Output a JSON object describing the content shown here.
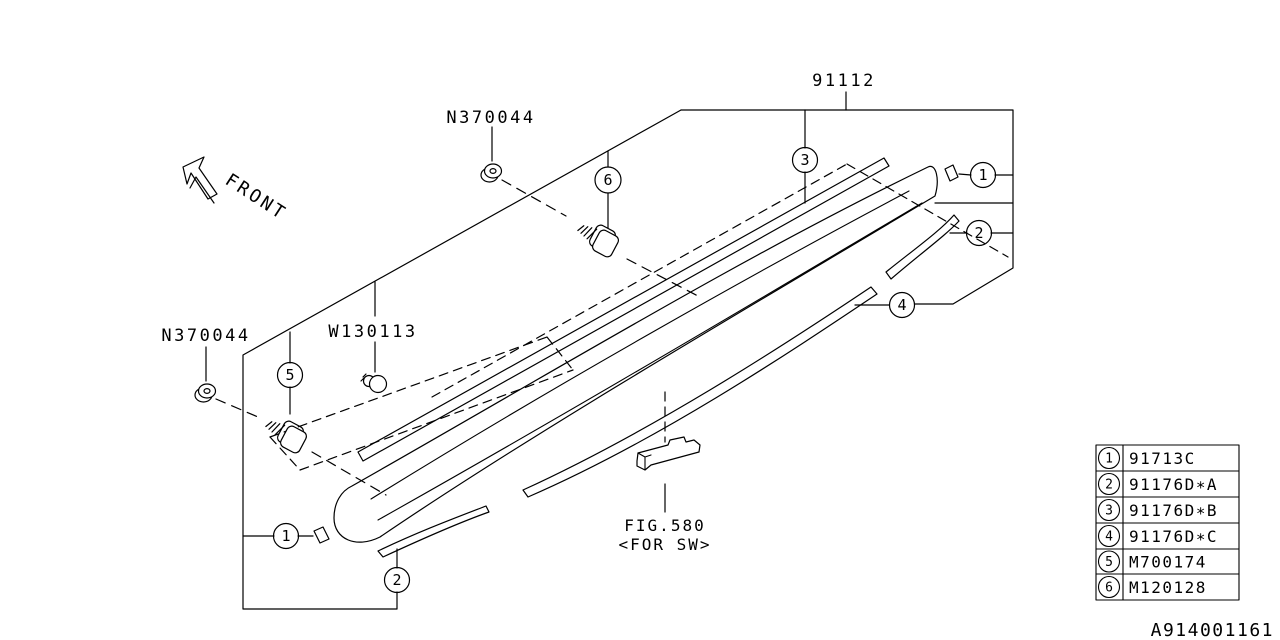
{
  "title_part_number": "91112",
  "labels": {
    "front": "FRONT",
    "nut_top": "N370044",
    "nut_left": "N370044",
    "clip": "W130113",
    "fig_ref": "FIG.580",
    "fig_ref_sub": "<FOR SW>",
    "drawing_id": "A914001161"
  },
  "callouts": {
    "c1": "1",
    "c2": "2",
    "c3": "3",
    "c4": "4",
    "c5": "5",
    "c6": "6"
  },
  "legend": {
    "rows": [
      {
        "num": "1",
        "part": "91713C"
      },
      {
        "num": "2",
        "part": "91176D∗A"
      },
      {
        "num": "3",
        "part": "91176D∗B"
      },
      {
        "num": "4",
        "part": "91176D∗C"
      },
      {
        "num": "5",
        "part": "M700174"
      },
      {
        "num": "6",
        "part": "M120128"
      }
    ]
  }
}
